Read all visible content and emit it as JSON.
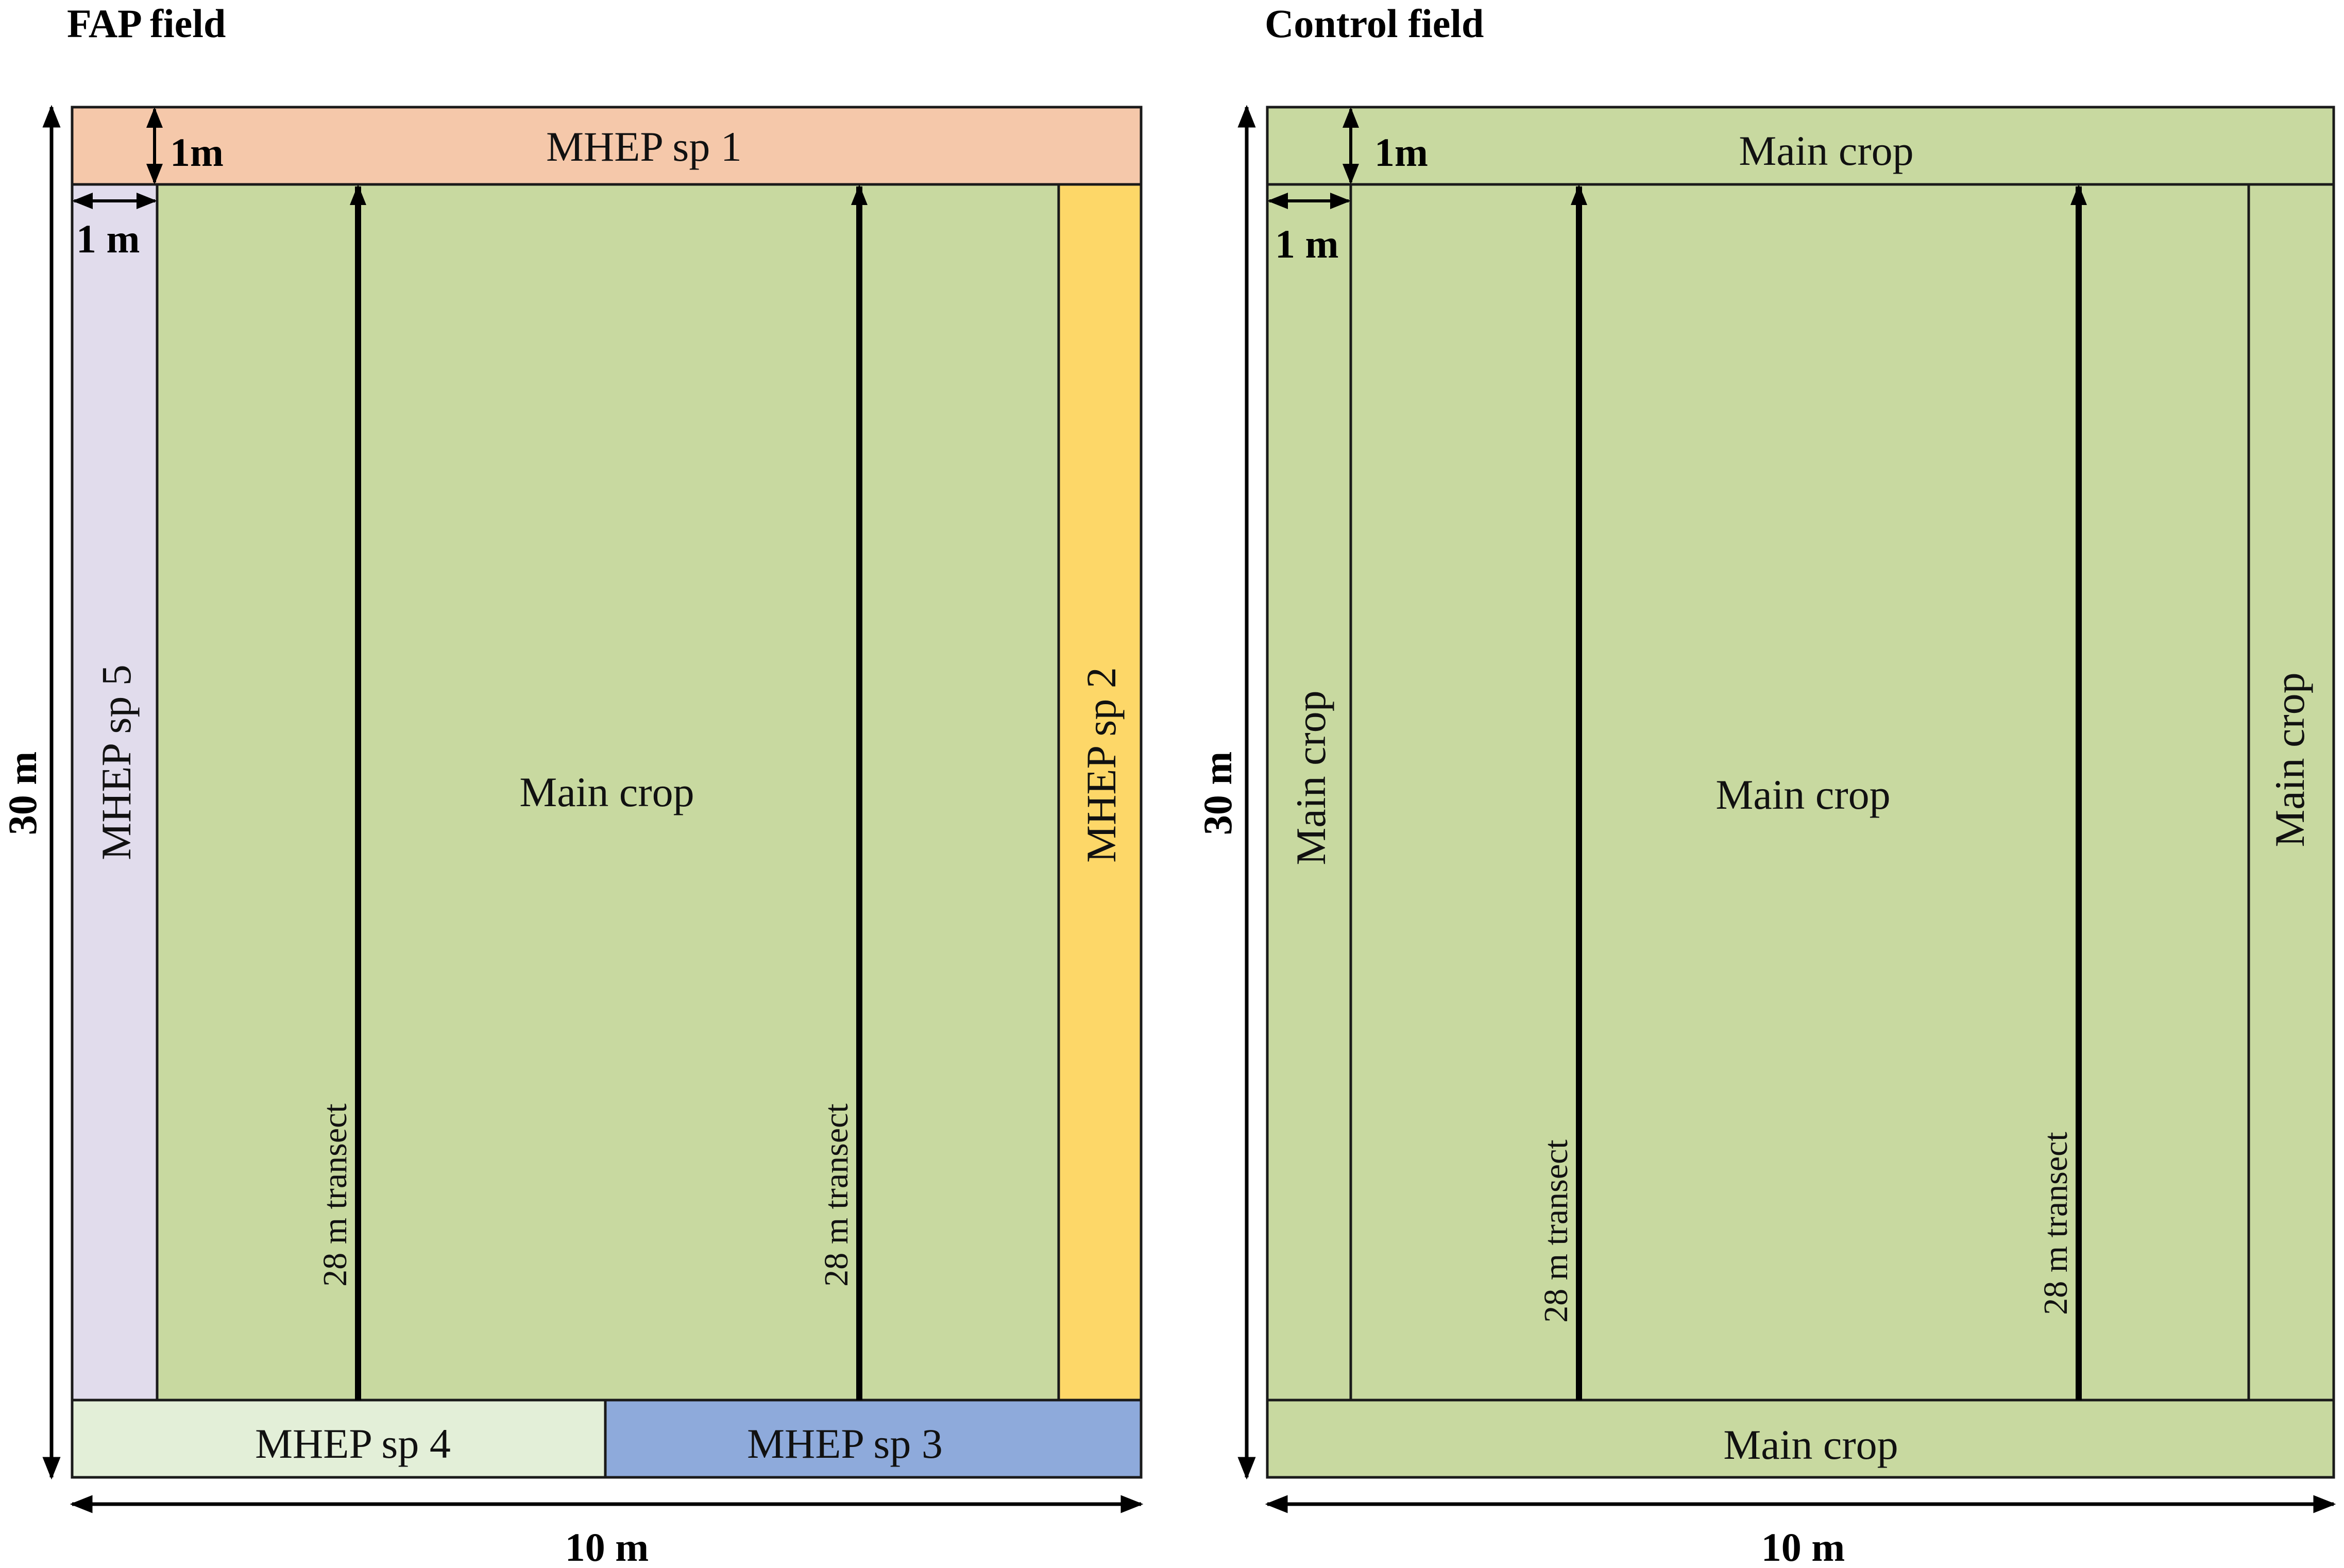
{
  "fap_field": {
    "title": "FAP field",
    "strips": {
      "top": "MHEP sp 1",
      "right": "MHEP sp 2",
      "bottom_right": "MHEP sp 3",
      "bottom_left": "MHEP sp 4",
      "left": "MHEP sp 5"
    },
    "center": "Main crop",
    "transects": [
      "28 m transect",
      "28 m transect"
    ],
    "dims": {
      "height": "30 m",
      "width": "10 m",
      "strip_height": "1m",
      "strip_width": "1 m"
    },
    "colors": {
      "main": "#c8d9a0",
      "sp1": "#f5c8aa",
      "sp2": "#fdd768",
      "sp3": "#8eaadb",
      "sp4": "#e3efd8",
      "sp5": "#e1dcec"
    }
  },
  "control_field": {
    "title": "Control field",
    "strips": {
      "top": "Main crop",
      "right": "Main crop",
      "bottom": "Main crop",
      "left": "Main crop"
    },
    "center": "Main crop",
    "transects": [
      "28 m transect",
      "28 m transect"
    ],
    "dims": {
      "height": "30 m",
      "width": "10 m",
      "strip_height": "1m",
      "strip_width": "1 m"
    },
    "colors": {
      "main": "#c8d9a0"
    }
  }
}
